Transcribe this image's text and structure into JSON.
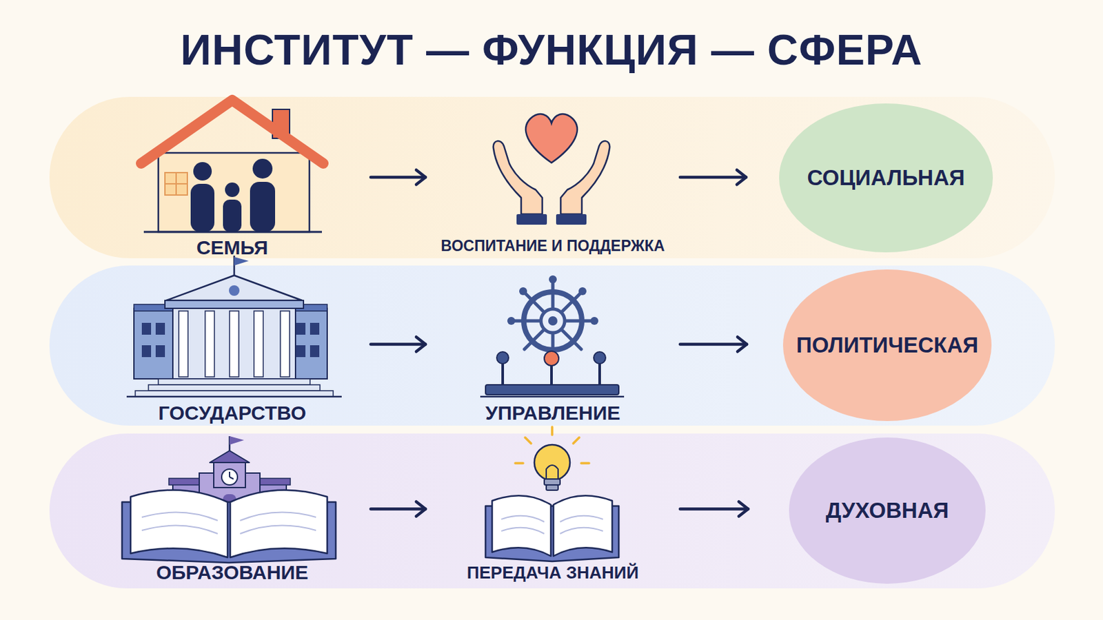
{
  "diagram": {
    "title": "ИНСТИТУТ — ФУНКЦИЯ — СФЕРА",
    "nodes": [
      {
        "text": [
          "СЕМЬЯ"
        ]
      },
      {
        "text": [
          "ВОСПИТАНИЕ И ПОДДЕРЖКА"
        ]
      },
      {
        "text": [
          "СОЦИАЛЬНАЯ"
        ]
      },
      {
        "text": [
          "ГОСУДАРСТВО"
        ]
      },
      {
        "text": [
          "УПРАВЛЕНИЕ"
        ]
      },
      {
        "text": [
          "ПОЛИТИЧЕСКАЯ"
        ]
      },
      {
        "text": [
          "ОБРАЗОВАНИЕ"
        ]
      },
      {
        "text": [
          "ПЕРЕДАЧА ЗНАНИЙ"
        ]
      },
      {
        "text": [
          "ДУХОВНАЯ"
        ]
      }
    ],
    "edges": [
      {
        "from": 0,
        "to": 1,
        "arrow": "to"
      },
      {
        "from": 1,
        "to": 2,
        "arrow": "to"
      },
      {
        "from": 3,
        "to": 4,
        "arrow": "to"
      },
      {
        "from": 4,
        "to": 5,
        "arrow": "to"
      },
      {
        "from": 6,
        "to": 7,
        "arrow": "to"
      },
      {
        "from": 7,
        "to": 8,
        "arrow": "to"
      }
    ]
  }
}
